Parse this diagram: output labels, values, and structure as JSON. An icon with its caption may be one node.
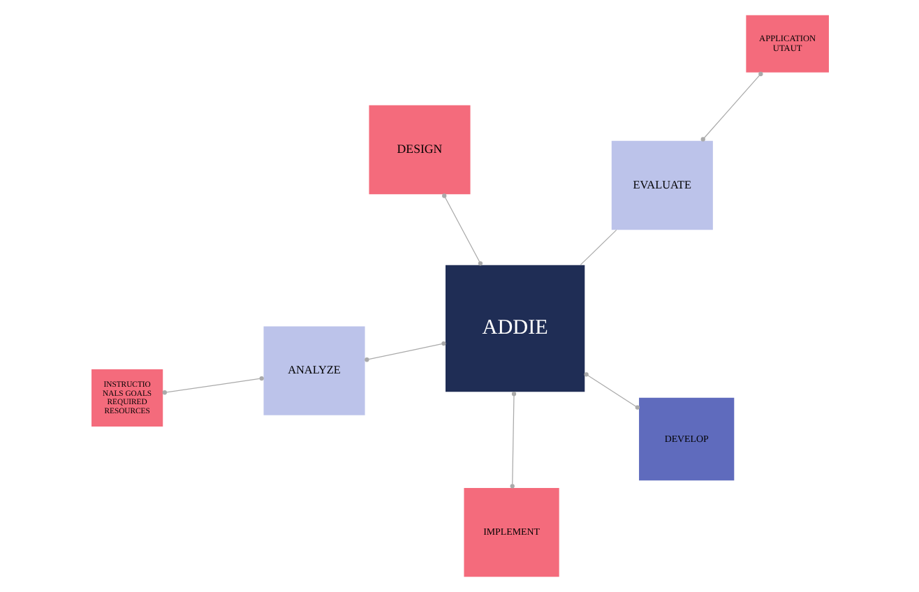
{
  "diagram": {
    "nodes": [
      {
        "text": [
          "APPLICATION UTAUT"
        ]
      },
      {
        "text": [
          "EVALUATE"
        ]
      },
      {
        "text": [
          "ANALYZE"
        ]
      },
      {
        "text": [
          "INSTRUCTIO NALS GOALS REQUIRED RESOURCES"
        ]
      },
      {
        "text": [
          "ADDIE"
        ]
      },
      {
        "text": [
          "DESIGN"
        ]
      },
      {
        "text": [
          "IMPLEMENT"
        ]
      },
      {
        "text": [
          "DEVELOP"
        ]
      }
    ],
    "edges": [
      {
        "from": 4,
        "to": 1,
        "arrow": "none"
      },
      {
        "from": 4,
        "to": 2,
        "arrow": "other"
      },
      {
        "from": 4,
        "to": 5,
        "arrow": "other"
      },
      {
        "from": 4,
        "to": 6,
        "arrow": "other"
      },
      {
        "from": 4,
        "to": 7,
        "arrow": "other"
      },
      {
        "from": 1,
        "to": 0,
        "arrow": "other"
      },
      {
        "from": 2,
        "to": 3,
        "arrow": "other"
      }
    ]
  }
}
